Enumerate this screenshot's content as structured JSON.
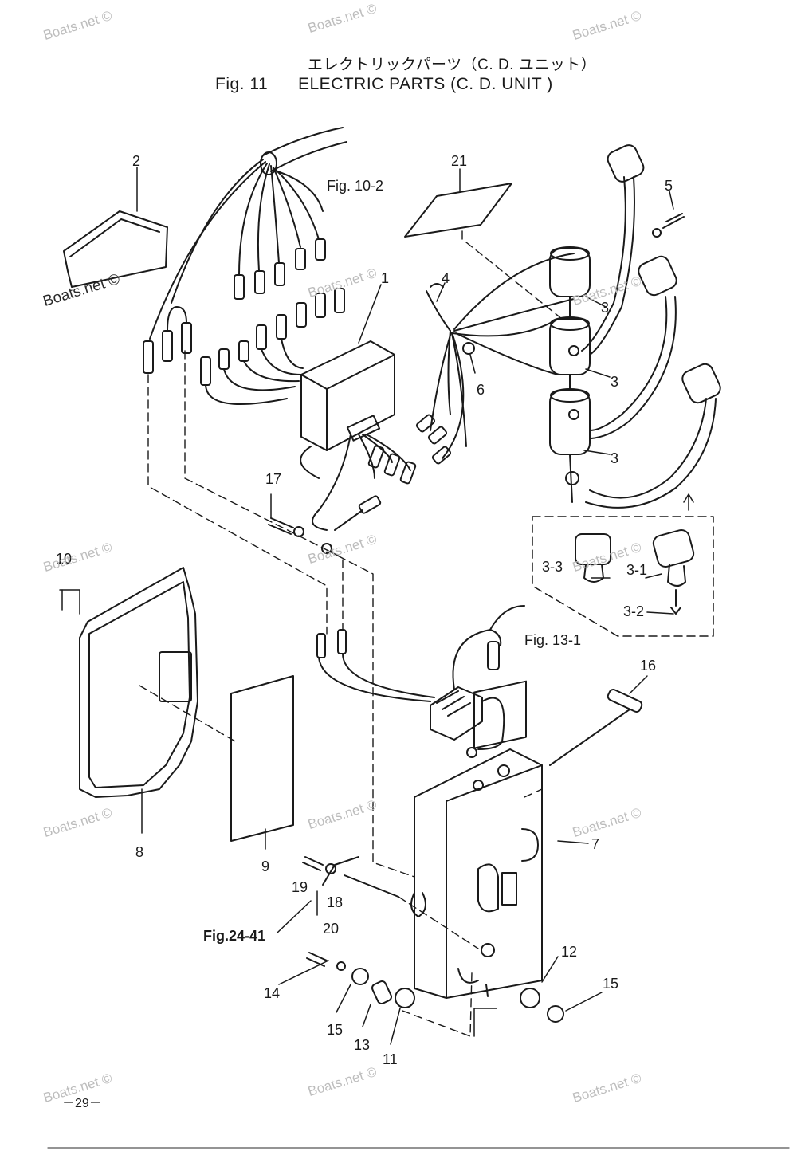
{
  "header": {
    "title_jp": "エレクトリックパーツ（C. D. ユニット）",
    "fig_number": "Fig. 11",
    "fig_title": "ELECTRIC PARTS (C. D. UNIT )"
  },
  "references": {
    "fig_10_2": "Fig. 10-2",
    "fig_13_1": "Fig. 13-1",
    "fig_24_41": "Fig.24-41"
  },
  "callouts": {
    "p1": "1",
    "p2": "2",
    "p3a": "3",
    "p3b": "3",
    "p3c": "3",
    "p3_1": "3-1",
    "p3_2": "3-2",
    "p3_3": "3-3",
    "p4": "4",
    "p5": "5",
    "p6": "6",
    "p7": "7",
    "p8": "8",
    "p9": "9",
    "p10": "10",
    "p11": "11",
    "p12": "12",
    "p13": "13",
    "p14": "14",
    "p15a": "15",
    "p15b": "15",
    "p16": "16",
    "p17": "17",
    "p18": "18",
    "p19": "19",
    "p20": "20",
    "p21": "21"
  },
  "watermark": "Boats.net ©",
  "page_number": "－29－"
}
